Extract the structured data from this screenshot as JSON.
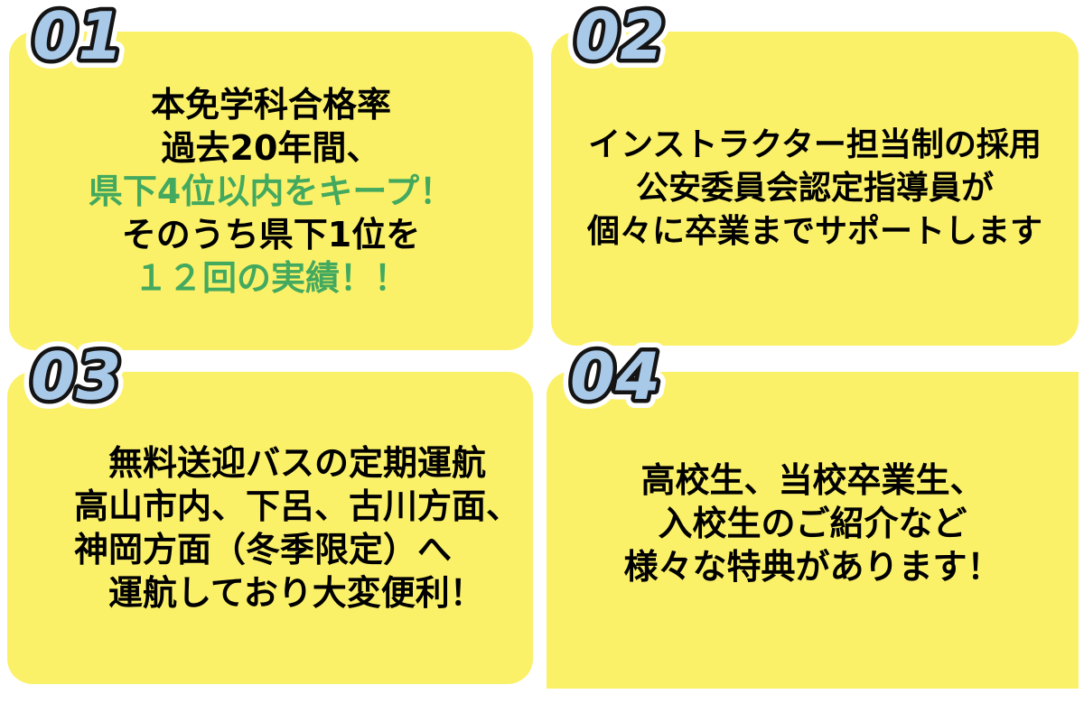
{
  "colors": {
    "page_bg": "#FFFFFF",
    "card_bg": "#FBF169",
    "text_black": "#000000",
    "accent_green": "#43A95F",
    "number_fill": "#A9C9E9",
    "number_outline": "#141414",
    "number_outer_ring": "#FFFFFF"
  },
  "cards": [
    {
      "number": "01",
      "lines": [
        {
          "text": "本免学科合格率",
          "color": "#000000"
        },
        {
          "text": "過去20年間、",
          "color": "#000000"
        },
        {
          "text": "県下4位以内をキープ！",
          "color": "#43A95F"
        },
        {
          "text": "そのうち県下1位を",
          "color": "#000000"
        },
        {
          "text": "１２回の実績！！",
          "color": "#43A95F"
        }
      ]
    },
    {
      "number": "02",
      "lines": [
        {
          "text": "インストラクター担当制の採用",
          "color": "#000000"
        },
        {
          "text": "公安委員会認定指導員が",
          "color": "#000000"
        },
        {
          "text": "個々に卒業までサポートします",
          "color": "#000000"
        }
      ]
    },
    {
      "number": "03",
      "lines": [
        {
          "text": "　無料送迎バスの定期運航",
          "color": "#000000"
        },
        {
          "text": "高山市内、下呂、古川方面、",
          "color": "#000000"
        },
        {
          "text": "神岡方面（冬季限定）へ",
          "color": "#000000"
        },
        {
          "text": "　運航しており大変便利！",
          "color": "#000000"
        }
      ]
    },
    {
      "number": "04",
      "lines": [
        {
          "text": "高校生、当校卒業生、",
          "color": "#000000"
        },
        {
          "text": "入校生のご紹介など",
          "color": "#000000"
        },
        {
          "text": "様々な特典があります！",
          "color": "#000000"
        }
      ]
    }
  ]
}
